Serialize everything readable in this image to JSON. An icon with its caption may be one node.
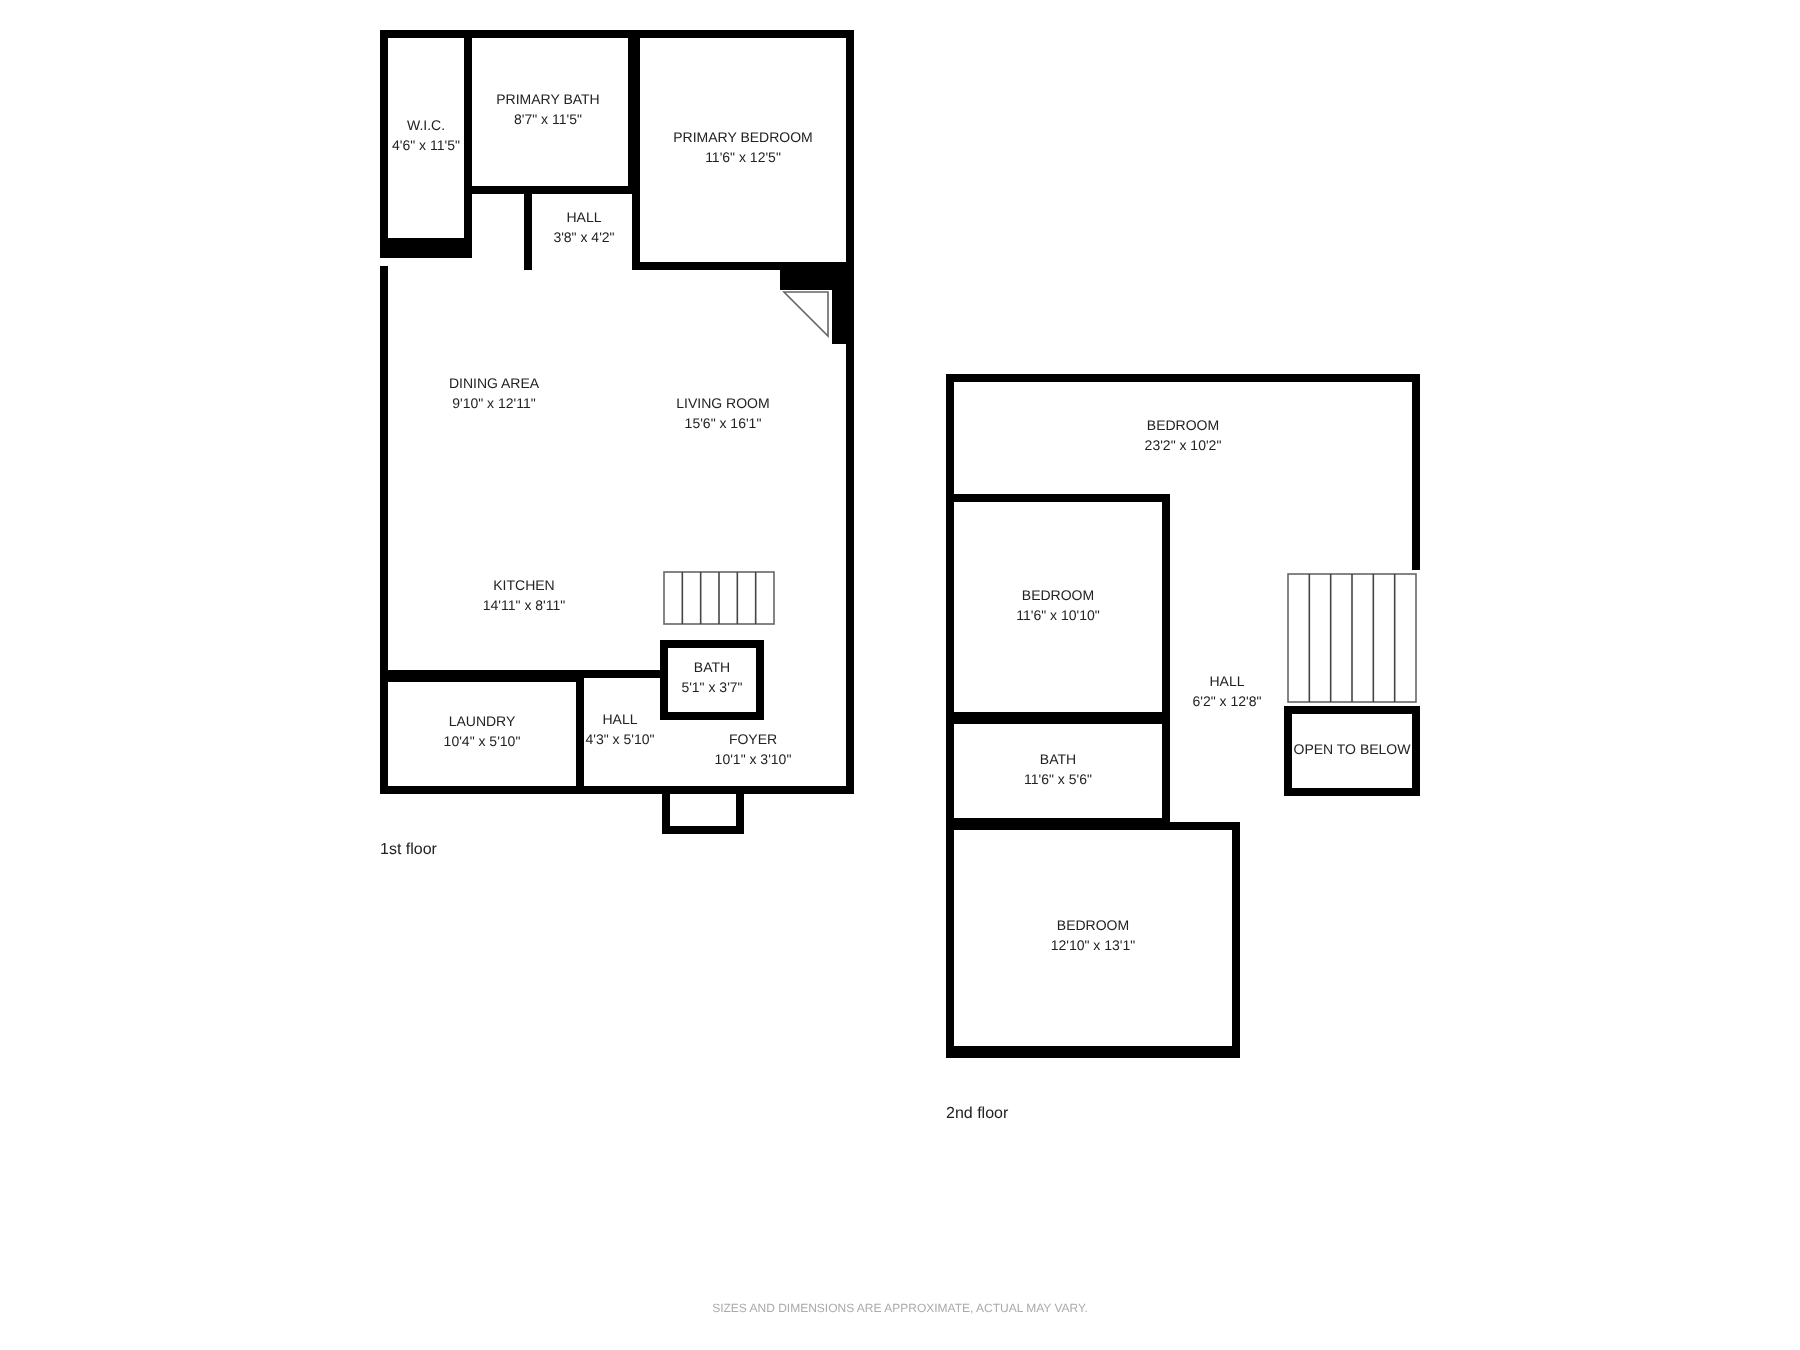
{
  "diagram": {
    "caption": "SIZES AND DIMENSIONS ARE APPROXIMATE, ACTUAL MAY VARY.",
    "nodes": [
      {
        "text": [
          "W.I.C.",
          "4'6\" x 11'5\""
        ]
      },
      {
        "text": [
          "PRIMARY BATH",
          "8'7\" x 11'5\""
        ]
      },
      {
        "text": [
          "PRIMARY BEDROOM",
          "11'6\" x 12'5\""
        ]
      },
      {
        "text": [
          "HALL",
          "3'8\" x 4'2\""
        ]
      },
      {
        "text": [
          "DINING AREA",
          "9'10\" x 12'11\""
        ]
      },
      {
        "text": [
          "LIVING ROOM",
          "15'6\" x 16'1\""
        ]
      },
      {
        "text": [
          "KITCHEN",
          "14'11\" x 8'11\""
        ]
      },
      {
        "text": [
          "BATH",
          "5'1\" x 3'7\""
        ]
      },
      {
        "text": [
          "LAUNDRY",
          "10'4\" x 5'10\""
        ]
      },
      {
        "text": [
          "HALL",
          "4'3\" x 5'10\""
        ]
      },
      {
        "text": [
          "FOYER",
          "10'1\" x 3'10\""
        ]
      },
      {
        "text": [
          "BEDROOM",
          "23'2\" x 10'2\""
        ]
      },
      {
        "text": [
          "BEDROOM",
          "11'6\" x 10'10\""
        ]
      },
      {
        "text": [
          "HALL",
          "6'2\" x 12'8\""
        ]
      },
      {
        "text": [
          "OPEN TO BELOW"
        ]
      },
      {
        "text": [
          "BATH",
          "11'6\" x 5'6\""
        ]
      },
      {
        "text": [
          "BEDROOM",
          "12'10\" x 13'1\""
        ]
      }
    ],
    "labels": [
      "1st floor",
      "2nd floor"
    ]
  }
}
